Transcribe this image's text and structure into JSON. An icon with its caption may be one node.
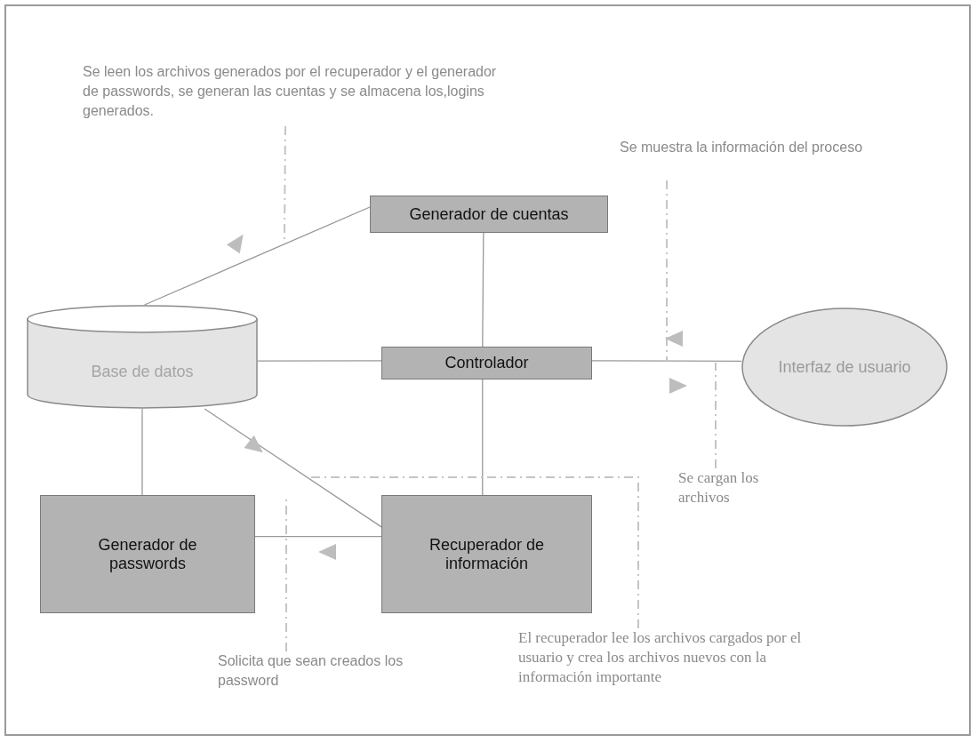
{
  "diagram": {
    "nodes": [
      {
        "text": [
          "Generador de cuentas"
        ]
      },
      {
        "text": [
          "Base de datos"
        ]
      },
      {
        "text": [
          "Controlador"
        ]
      },
      {
        "text": [
          "Interfaz de usuario"
        ]
      },
      {
        "text": [
          "Generador de passwords"
        ]
      },
      {
        "text": [
          "Recuperador de información"
        ]
      },
      {
        "text": [
          "Se leen los archivos generados por el recuperador y el generador de passwords, se generan las cuentas y se almacena los,logins generados."
        ]
      },
      {
        "text": [
          "Se muestra la información del proceso"
        ]
      },
      {
        "text": [
          "Se cargan los archivos"
        ]
      },
      {
        "text": [
          "El recuperador lee los archivos cargados por el usuario y  crea los archivos nuevos con la información importante"
        ]
      },
      {
        "text": [
          "Solicita que sean creados los password"
        ]
      }
    ],
    "edges": [
      {
        "from": 1,
        "to": 0,
        "arrow": "none"
      },
      {
        "from": 0,
        "to": 2,
        "arrow": "none"
      },
      {
        "from": 1,
        "to": 2,
        "arrow": "none"
      },
      {
        "from": 2,
        "to": 3,
        "arrow": "none"
      },
      {
        "from": 1,
        "to": 4,
        "arrow": "none"
      },
      {
        "from": 1,
        "to": 5,
        "arrow": "none"
      },
      {
        "from": 2,
        "to": 5,
        "arrow": "none"
      },
      {
        "from": 5,
        "to": 4,
        "arrow": "none"
      },
      {
        "from": 6,
        "to": null,
        "arrow": "none",
        "style": "dashed",
        "color": "#c4c4c4"
      },
      {
        "from": 7,
        "to": null,
        "arrow": "none",
        "style": "dashed",
        "color": "#c4c4c4"
      },
      {
        "from": 8,
        "to": null,
        "arrow": "none",
        "style": "dashed",
        "color": "#c4c4c4"
      },
      {
        "from": 9,
        "to": null,
        "arrow": "none",
        "style": "dashed",
        "color": "#c4c4c4"
      },
      {
        "from": 10,
        "to": null,
        "arrow": "none",
        "style": "dashed",
        "color": "#c4c4c4"
      }
    ]
  }
}
